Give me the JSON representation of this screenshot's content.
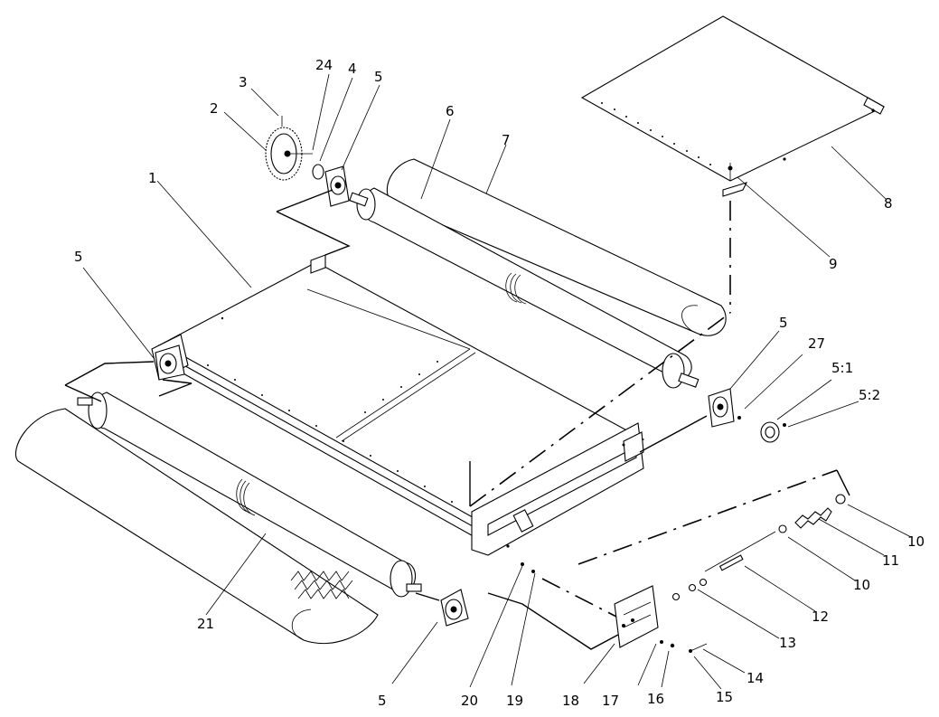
{
  "diagram": {
    "callouts": {
      "c1": "1",
      "c2": "2",
      "c3": "3",
      "c4": "4",
      "c24": "24",
      "c5_top": "5",
      "c5_left": "5",
      "c5_right": "5",
      "c5_bottom": "5",
      "c6": "6",
      "c7": "7",
      "c8": "8",
      "c9": "9",
      "c27": "27",
      "c5_1": "5:1",
      "c5_2": "5:2",
      "c10_a": "10",
      "c10_b": "10",
      "c11": "11",
      "c12": "12",
      "c13": "13",
      "c14": "14",
      "c15": "15",
      "c16": "16",
      "c17": "17",
      "c18": "18",
      "c19": "19",
      "c20": "20",
      "c21": "21"
    }
  }
}
